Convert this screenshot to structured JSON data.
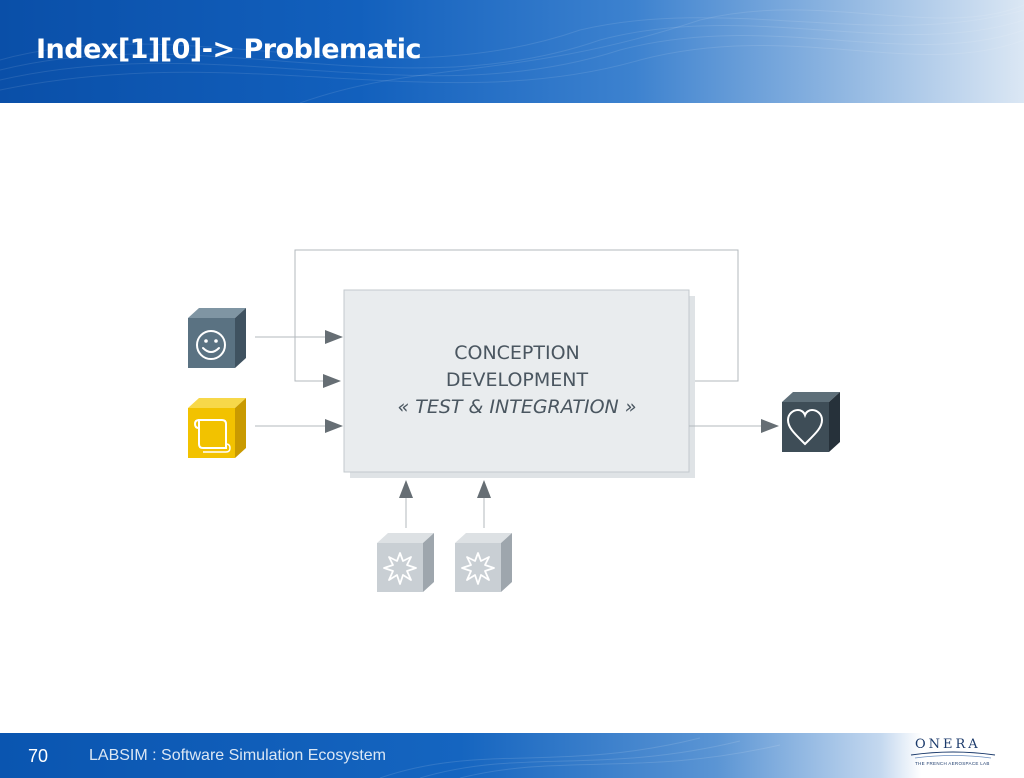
{
  "slide": {
    "title": "Index[1][0]-> Problematic",
    "page_number": "70",
    "footer_text": "LABSIM : Software Simulation Ecosystem"
  },
  "logo": {
    "name": "ONERA",
    "tagline": "THE FRENCH AEROSPACE LAB"
  },
  "diagram": {
    "process_lines": [
      "CONCEPTION",
      "DEVELOPMENT",
      "« TEST & INTEGRATION »"
    ],
    "inputs": [
      {
        "icon": "smiley-face-icon",
        "color": "#5a7282"
      },
      {
        "icon": "scroll-document-icon",
        "color": "#f2c200"
      }
    ],
    "output": {
      "icon": "heart-icon",
      "color": "#3e4d57"
    },
    "disturbances": [
      {
        "icon": "explosion-icon",
        "color": "#c9cfd4"
      },
      {
        "icon": "explosion-icon",
        "color": "#c9cfd4"
      }
    ],
    "colors": {
      "process_fill": "#e9ecee",
      "process_border": "#c3c9ce",
      "connector": "#9aa3a9",
      "arrowhead": "#666e74"
    }
  }
}
